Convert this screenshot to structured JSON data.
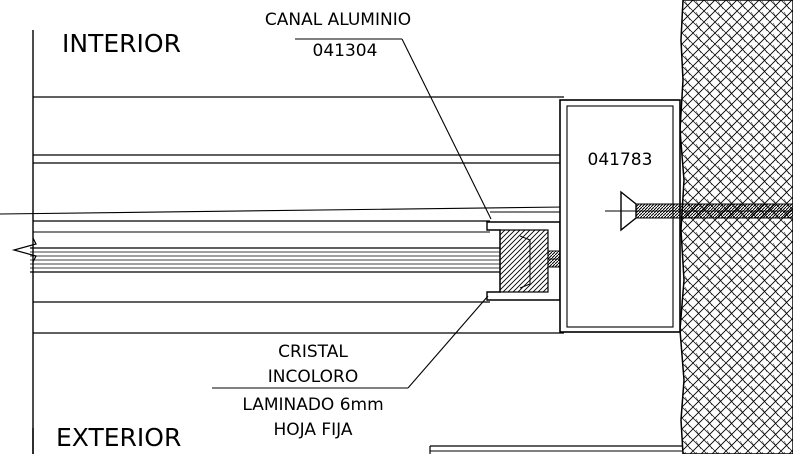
{
  "labels": {
    "interior": "INTERIOR",
    "exterior": "EXTERIOR",
    "channel_line1": "CANAL ALUMINIO",
    "channel_line2": "041304",
    "profile_code": "041783",
    "glass_line1": "CRISTAL",
    "glass_line2": "INCOLORO",
    "glass_line3": "LAMINADO 6mm",
    "glass_line4": "HOJA FIJA"
  }
}
